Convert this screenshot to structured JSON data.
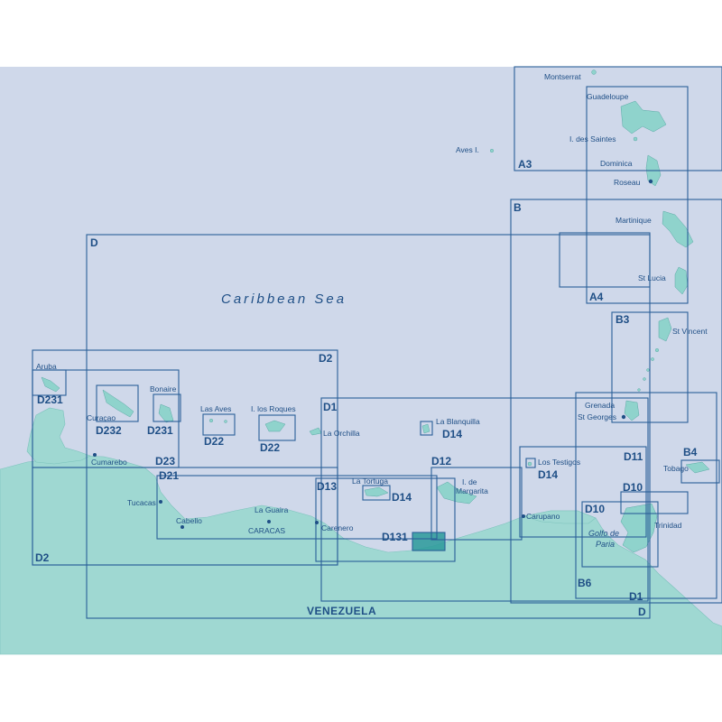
{
  "colors": {
    "sea": "#cfd8ea",
    "land": "#9fd8d2",
    "island": "#8fd3cc",
    "grid_line": "#2a5f98",
    "text": "#1f4f86",
    "highlight": "#2a9a9a",
    "background": "#ffffff"
  },
  "sea_label": "Caribbean Sea",
  "country_label": "VENEZUELA",
  "gulf_label_line1": "Golfo de",
  "gulf_label_line2": "Paria",
  "place_labels": {
    "montserrat": "Montserrat",
    "guadeloupe": "Guadeloupe",
    "des_saintes": "I. des Saintes",
    "dominica": "Dominica",
    "roseau": "Roseau",
    "aves": "Aves I.",
    "martinique": "Martinique",
    "st_lucia": "St Lucia",
    "st_vincent": "St Vincent",
    "grenada": "Grenada",
    "st_georges": "St Georges",
    "tobago": "Tobago",
    "trinidad": "Trinidad",
    "aruba": "Aruba",
    "curacao": "Curaçao",
    "bonaire": "Bonaire",
    "las_aves": "Las Aves",
    "los_roques": "I. los Roques",
    "la_orchilla": "La Orchilla",
    "la_blanquilla": "La Blanquilla",
    "los_testigos": "Los Testigos",
    "margarita_1": "I. de",
    "margarita_2": "Margarita",
    "la_tortuga": "La Tortuga",
    "cumarebo": "Cumarebo",
    "tucacas": "Tucacas",
    "cabello": "Cabello",
    "la_guaira": "La Guaira",
    "caracas": "CARACAS",
    "carenero": "Carenero",
    "carupano": "Carupano"
  },
  "chart_codes": {
    "a3": "A3",
    "a4": "A4",
    "b": "B",
    "b3": "B3",
    "b4": "B4",
    "b6": "B6",
    "d_top": "D",
    "d_bottom": "D",
    "d1_top": "D1",
    "d1_bottom": "D1",
    "d2_top": "D2",
    "d2_bottom": "D2",
    "d10_a": "D10",
    "d10_b": "D10",
    "d11": "D11",
    "d12": "D12",
    "d13": "D13",
    "d14_blanquilla": "D14",
    "d14_tortuga": "D14",
    "d14_testigos": "D14",
    "d21": "D21",
    "d22_aves": "D22",
    "d22_roques": "D22",
    "d23": "D23",
    "d131": "D131",
    "d231_aruba": "D231",
    "d231_bonaire": "D231",
    "d232": "D232"
  }
}
